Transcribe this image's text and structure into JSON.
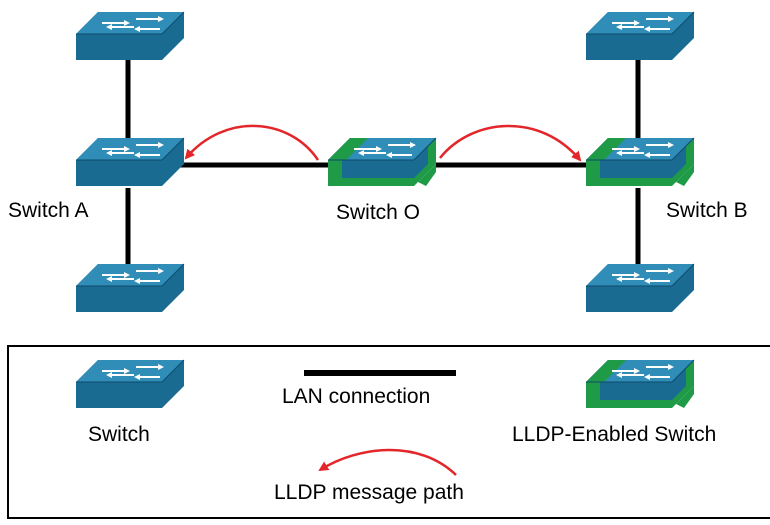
{
  "nodes": {
    "switch_a": "Switch A",
    "switch_o": "Switch O",
    "switch_b": "Switch B"
  },
  "legend": {
    "switch": "Switch",
    "lan_connection": "LAN connection",
    "lldp_enabled_switch": "LLDP-Enabled Switch",
    "lldp_message_path": "LLDP message path"
  },
  "colors": {
    "switch_body": "#1a6b92",
    "switch_top": "#2f8db8",
    "lldp_accent": "#1f9a47",
    "arrow": "#e3262a",
    "link": "#000000"
  }
}
